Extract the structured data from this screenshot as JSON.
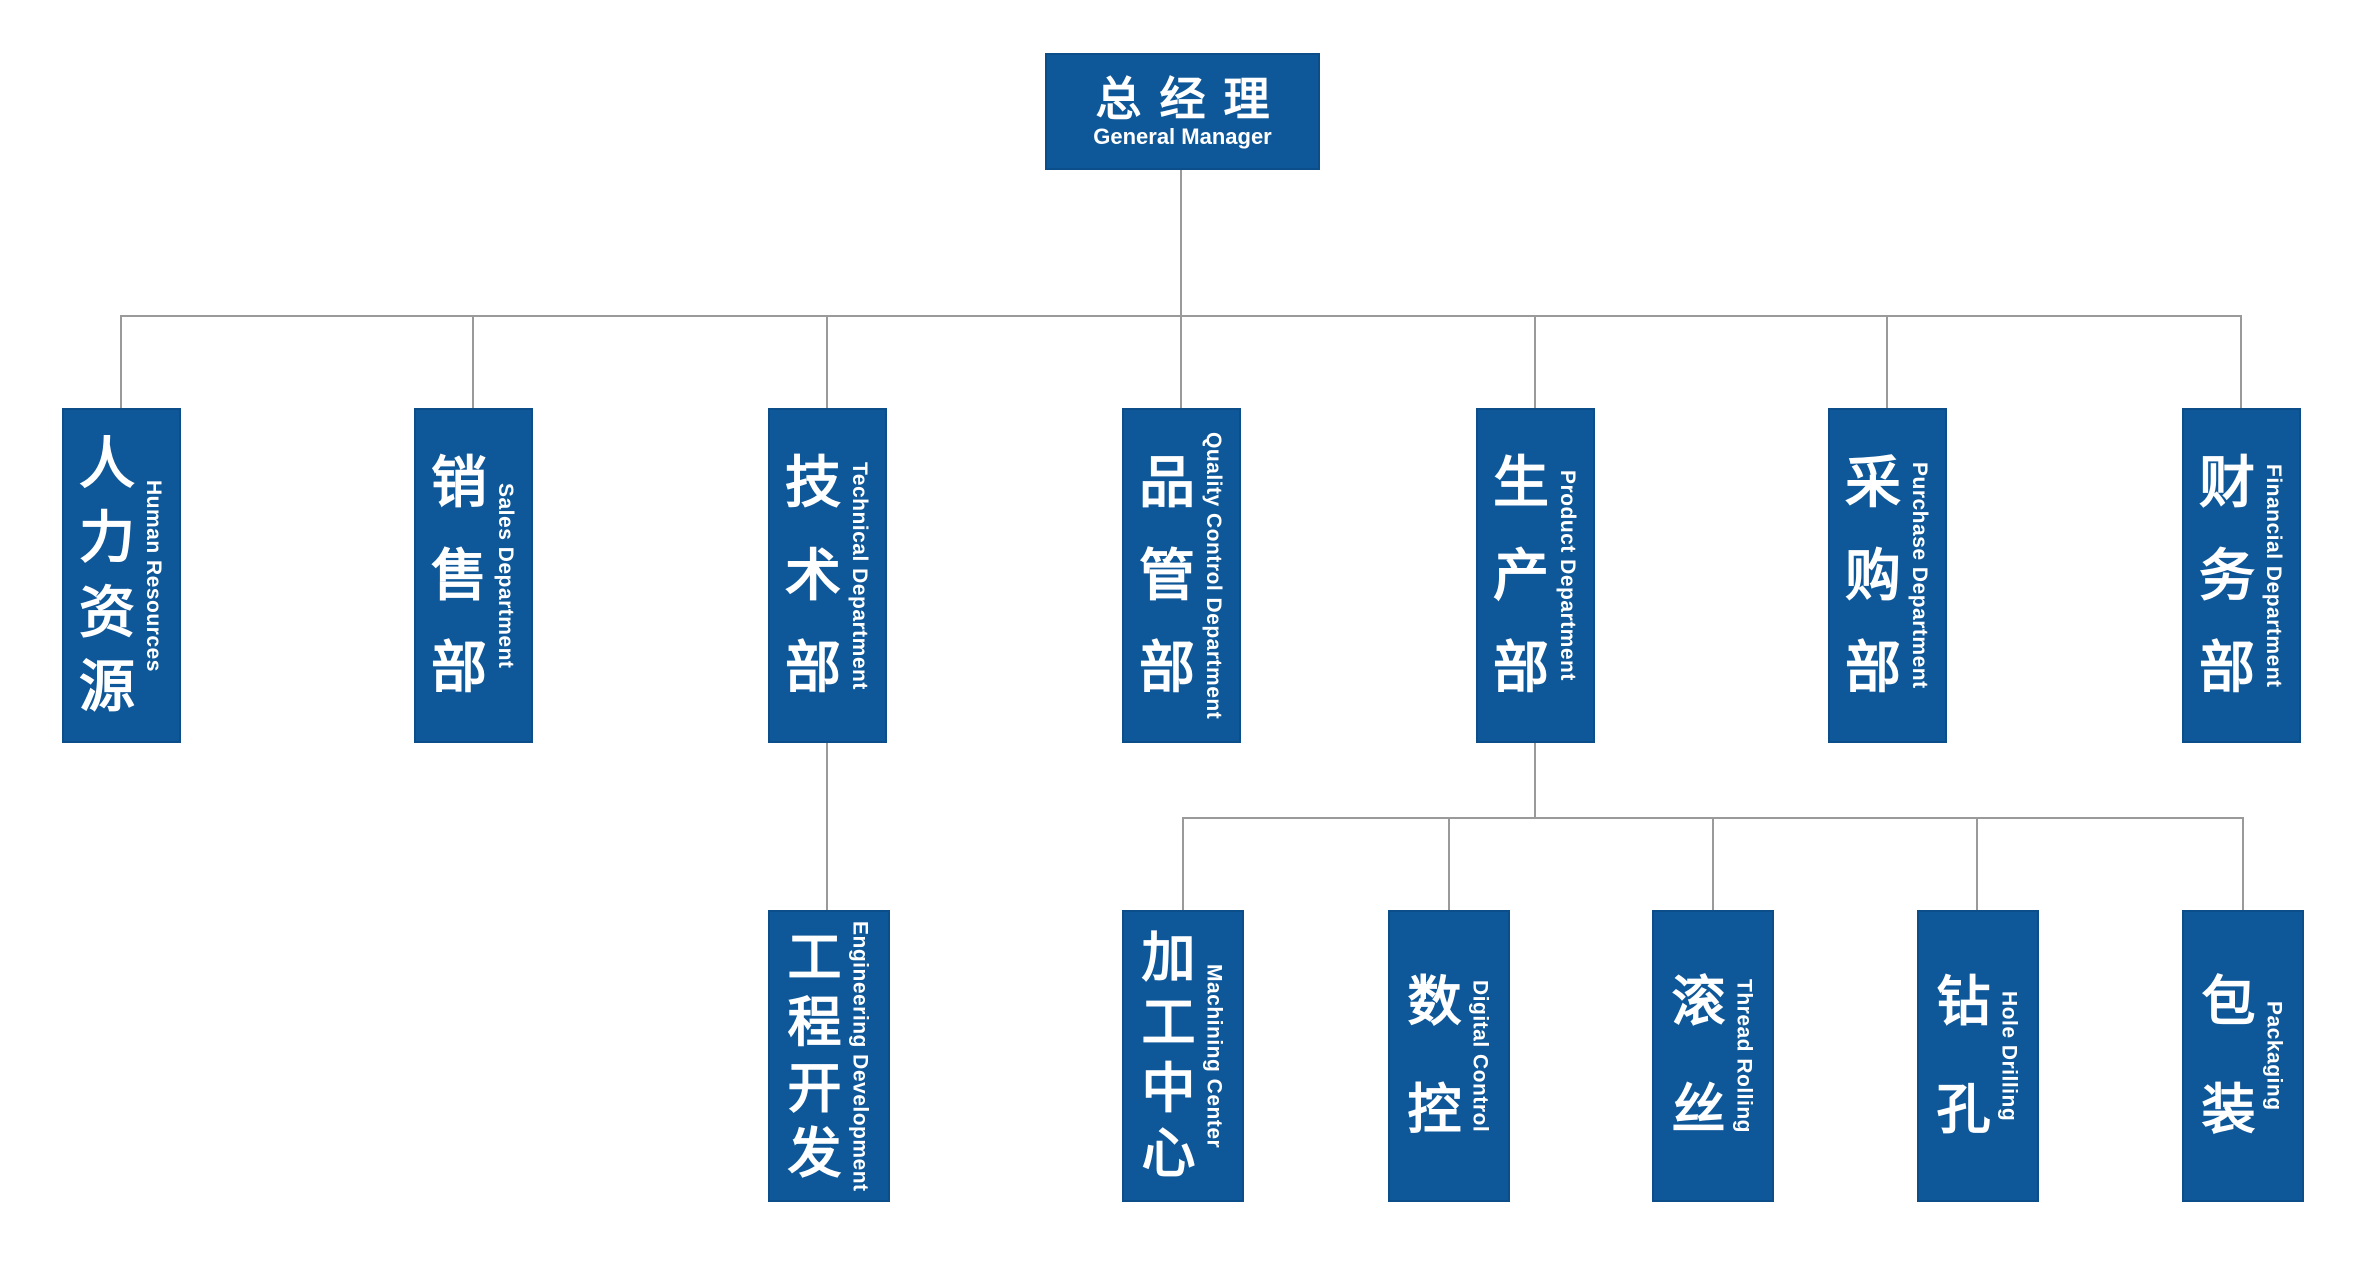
{
  "colors": {
    "box_fill": "#0e5798",
    "box_border": "#0b4e8a",
    "text": "#ffffff",
    "connector": "#9a9a9a",
    "background": "#ffffff"
  },
  "root": {
    "zh": "总经理",
    "en": "General Manager"
  },
  "departments": [
    {
      "zh": "人力资源",
      "en": "Human Resources"
    },
    {
      "zh": "销售部",
      "en": "Sales Department"
    },
    {
      "zh": "技术部",
      "en": "Technical Department"
    },
    {
      "zh": "品管部",
      "en": "Quality Control Department"
    },
    {
      "zh": "生产部",
      "en": "Product Department"
    },
    {
      "zh": "采购部",
      "en": "Purchase Department"
    },
    {
      "zh": "财务部",
      "en": "Financial Department"
    }
  ],
  "technical_department_children": [
    {
      "zh": "工程开发",
      "en": "Engineering Development"
    }
  ],
  "product_department_children": [
    {
      "zh": "加工中心",
      "en": "Machining Center"
    },
    {
      "zh": "数控",
      "en": "Digital Control"
    },
    {
      "zh": "滚丝",
      "en": "Thread Rolling"
    },
    {
      "zh": "钻孔",
      "en": "Hole Drilling"
    },
    {
      "zh": "包装",
      "en": "Packaging"
    }
  ]
}
